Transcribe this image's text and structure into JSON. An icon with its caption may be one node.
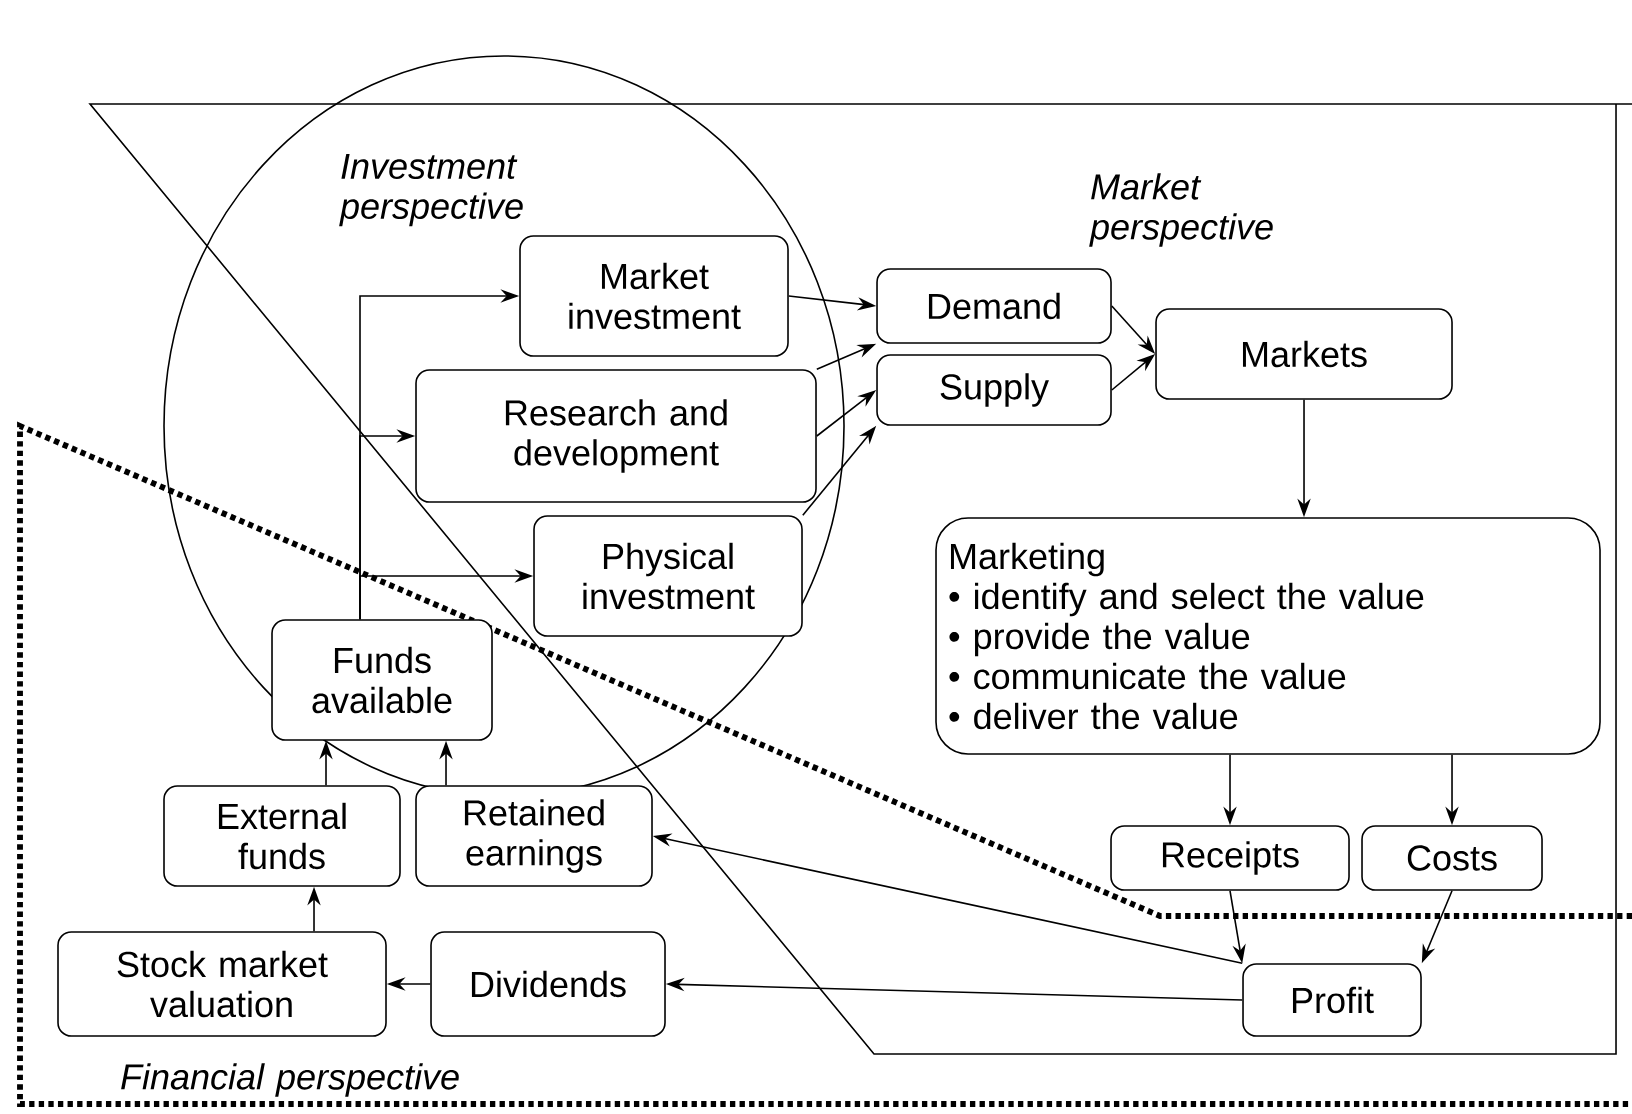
{
  "diagram": {
    "nodes": [
      {
        "text": [
          "Market investment"
        ]
      },
      {
        "text": [
          "Research and development"
        ]
      },
      {
        "text": [
          "Physical investment"
        ]
      },
      {
        "text": [
          "Demand"
        ]
      },
      {
        "text": [
          "Supply"
        ]
      },
      {
        "text": [
          "Markets"
        ]
      },
      {
        "text": [
          "Marketing",
          "• identify and select the value",
          "• provide the value",
          "• communicate the value",
          "• deliver the value"
        ]
      },
      {
        "text": [
          "Funds available"
        ]
      },
      {
        "text": [
          "External funds"
        ]
      },
      {
        "text": [
          "Retained earnings"
        ]
      },
      {
        "text": [
          "Stock market valuation"
        ]
      },
      {
        "text": [
          "Dividends"
        ]
      },
      {
        "text": [
          "Receipts"
        ]
      },
      {
        "text": [
          "Costs"
        ]
      },
      {
        "text": [
          "Profit"
        ]
      }
    ],
    "edges": [
      {
        "from": 7,
        "to": 0,
        "arrow": "to"
      },
      {
        "from": 7,
        "to": 1,
        "arrow": "to"
      },
      {
        "from": 7,
        "to": 2,
        "arrow": "to"
      },
      {
        "from": 0,
        "to": 3,
        "arrow": "to"
      },
      {
        "from": 1,
        "to": 3,
        "arrow": "to"
      },
      {
        "from": 1,
        "to": 4,
        "arrow": "to"
      },
      {
        "from": 2,
        "to": 4,
        "arrow": "to"
      },
      {
        "from": 3,
        "to": 5,
        "arrow": "to"
      },
      {
        "from": 4,
        "to": 5,
        "arrow": "to"
      },
      {
        "from": 5,
        "to": 6,
        "arrow": "to"
      },
      {
        "from": 6,
        "to": 12,
        "arrow": "to"
      },
      {
        "from": 6,
        "to": 13,
        "arrow": "to"
      },
      {
        "from": 12,
        "to": 14,
        "arrow": "to"
      },
      {
        "from": 13,
        "to": 14,
        "arrow": "to"
      },
      {
        "from": 14,
        "to": 9,
        "arrow": "to"
      },
      {
        "from": 14,
        "to": 11,
        "arrow": "to"
      },
      {
        "from": 11,
        "to": 10,
        "arrow": "to"
      },
      {
        "from": 10,
        "to": 8,
        "arrow": "to"
      },
      {
        "from": 8,
        "to": 7,
        "arrow": "to"
      },
      {
        "from": 9,
        "to": 7,
        "arrow": "to"
      }
    ],
    "labels": [
      "Investment perspective",
      "Market perspective",
      "Financial perspective"
    ]
  }
}
